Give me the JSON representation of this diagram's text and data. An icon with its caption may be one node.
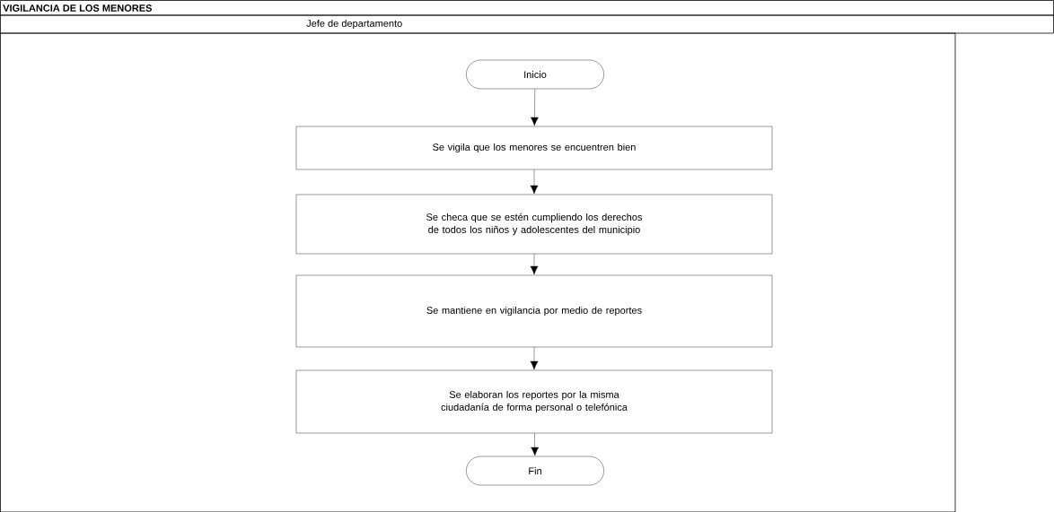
{
  "diagram": {
    "title": "VIGILANCIA DE LOS MENORES",
    "nodes": [
      {
        "text": [
          "Inicio"
        ]
      },
      {
        "text": [
          "Se vigila que los menores se encuentren bien"
        ]
      },
      {
        "text": [
          "Se checa que se estén cumpliendo los derechos de todos los niños y adolescentes del municipio"
        ]
      },
      {
        "text": [
          "Se mantiene en vigilancia por medio de reportes"
        ]
      },
      {
        "text": [
          "Se elaboran los reportes por la misma ciudadanía de forma personal o telefónica"
        ]
      },
      {
        "text": [
          "Fin"
        ]
      }
    ],
    "edges": [
      {
        "from": 0,
        "to": 1,
        "arrow": "to"
      },
      {
        "from": 1,
        "to": 2,
        "arrow": "to"
      },
      {
        "from": 2,
        "to": 3,
        "arrow": "to"
      },
      {
        "from": 3,
        "to": 4,
        "arrow": "to"
      },
      {
        "from": 4,
        "to": 5,
        "arrow": "to"
      }
    ],
    "labels": [
      "Jefe de departamento"
    ]
  }
}
